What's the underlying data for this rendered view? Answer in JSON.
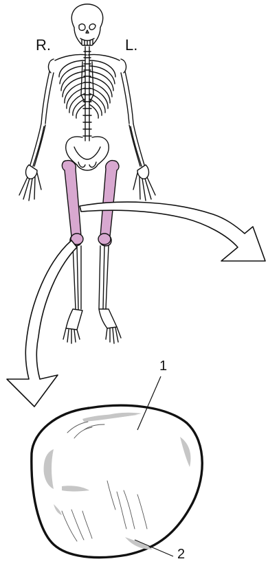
{
  "labels": {
    "right": "R.",
    "left": "L.",
    "callout_1": "1",
    "callout_2": "2"
  },
  "colors": {
    "highlight_bone": "#d8a8d0",
    "line": "#111111",
    "shade": "#bdbdbd"
  },
  "icons": {
    "skeleton": "skeleton-icon",
    "arrow_right": "curved-arrow-right-icon",
    "arrow_down": "curved-arrow-down-icon",
    "detail_bone": "patella-detail-icon"
  }
}
